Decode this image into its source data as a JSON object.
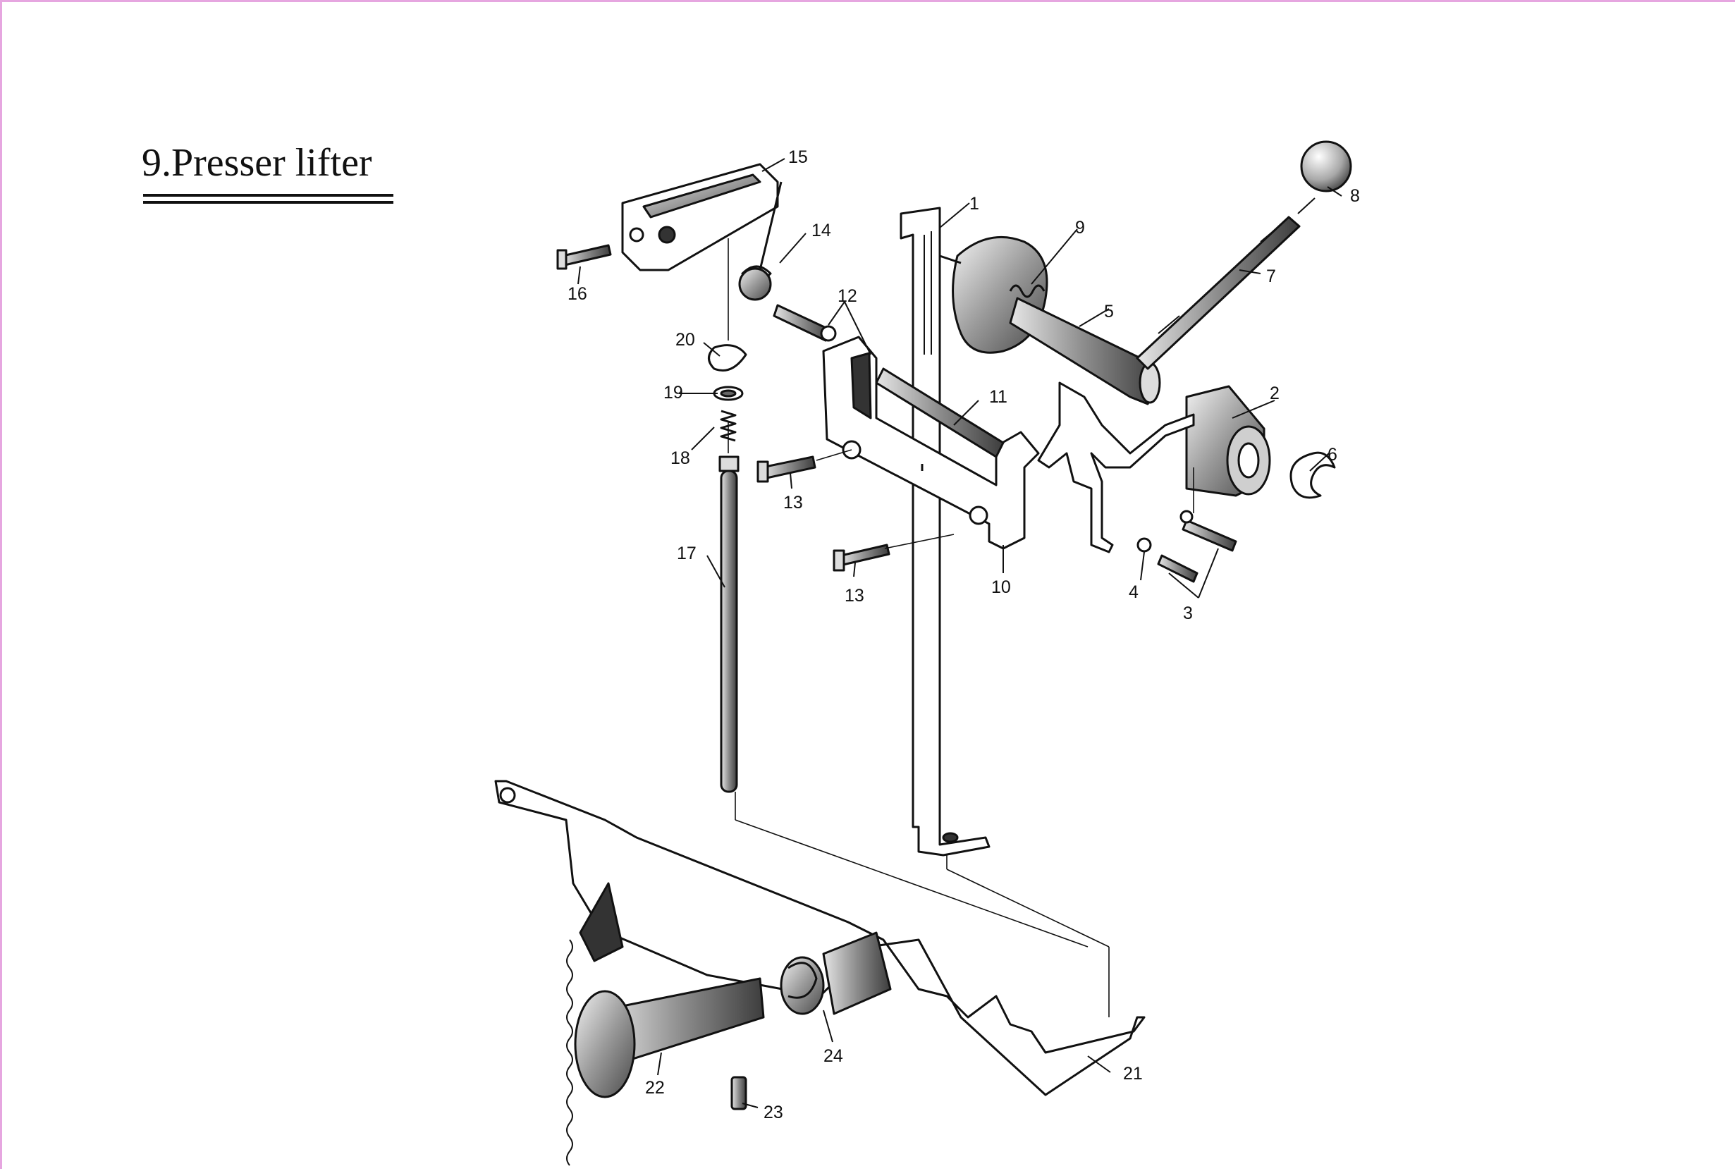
{
  "title": "9.Presser lifter",
  "callouts": [
    "1",
    "2",
    "3",
    "4",
    "5",
    "6",
    "7",
    "8",
    "9",
    "10",
    "11",
    "12",
    "13",
    "13",
    "14",
    "15",
    "16",
    "17",
    "18",
    "19",
    "20",
    "21",
    "22",
    "23",
    "24"
  ],
  "colors": {
    "border": "#e6a6e0",
    "ink": "#111111",
    "shade": "#6b6b6b",
    "paper": "#ffffff"
  }
}
